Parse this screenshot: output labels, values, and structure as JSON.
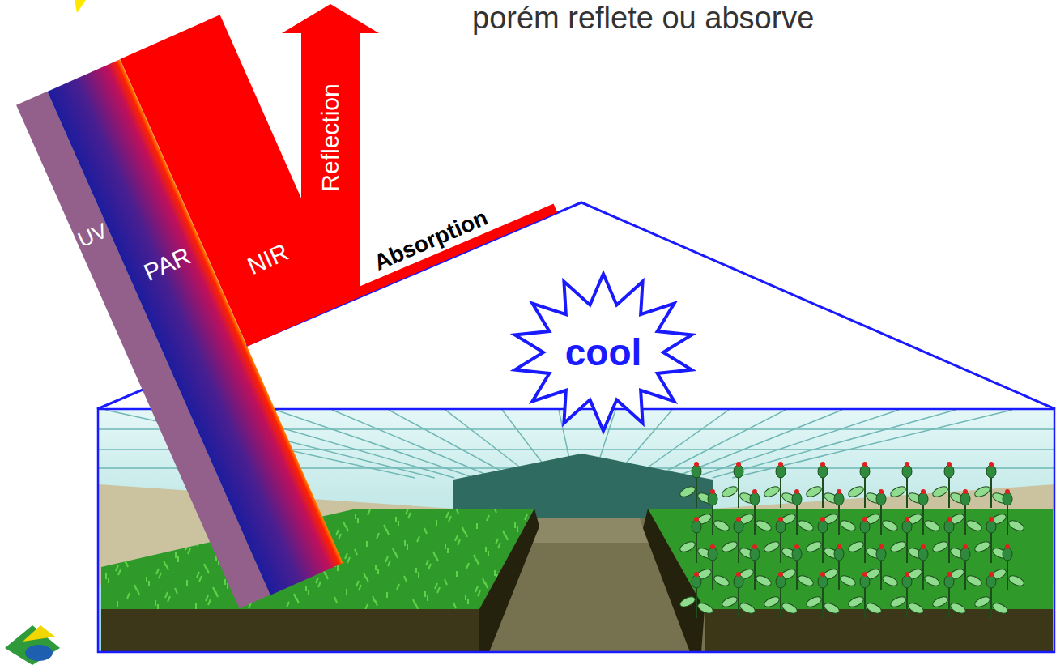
{
  "diagram": {
    "title": "porém reflete ou absorve",
    "nodes": [
      {
        "text": [
          "UV"
        ]
      },
      {
        "text": [
          "PAR"
        ]
      },
      {
        "text": [
          "NIR"
        ]
      },
      {
        "text": [
          "Reflection"
        ]
      },
      {
        "text": [
          "Absorption"
        ]
      },
      {
        "text": [
          "cool"
        ]
      }
    ]
  }
}
